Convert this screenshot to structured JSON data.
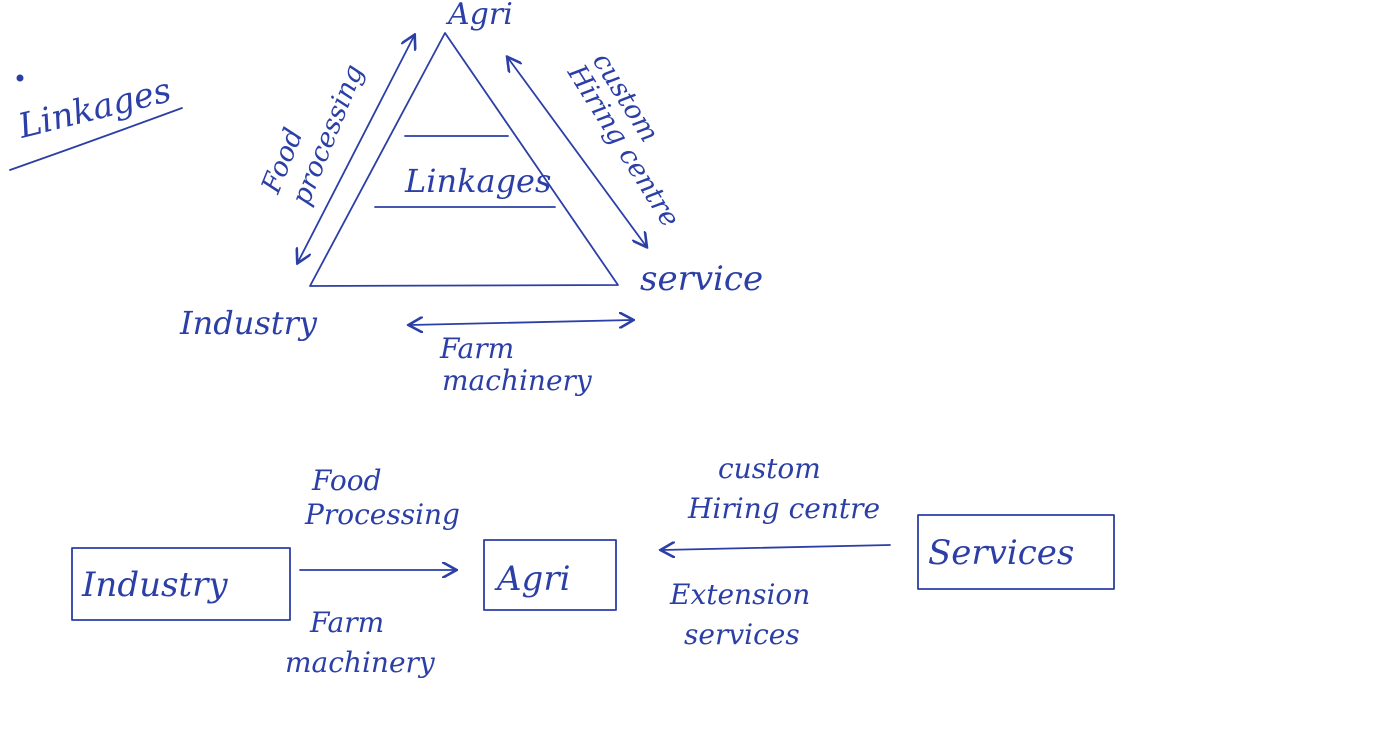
{
  "ink_color": "#2b3fa6",
  "heading": "Linkages",
  "triangle": {
    "center_label": "Linkages",
    "top_node": "Agri",
    "left_node": "Industry",
    "right_node": "service",
    "left_edge_label": [
      "Food",
      "processing"
    ],
    "right_edge_label": [
      "custom",
      "Hiring centre"
    ],
    "bottom_edge_label": [
      "Farm",
      "machinery"
    ]
  },
  "flow": {
    "industry_box": "Industry",
    "agri_box": "Agri",
    "services_box": "Services",
    "left_top_label": [
      "Food",
      "Processing"
    ],
    "left_bottom_label": [
      "Farm",
      "machinery"
    ],
    "right_top_label": [
      "custom",
      "Hiring centre"
    ],
    "right_bottom_label": [
      "Extension",
      "services"
    ]
  }
}
